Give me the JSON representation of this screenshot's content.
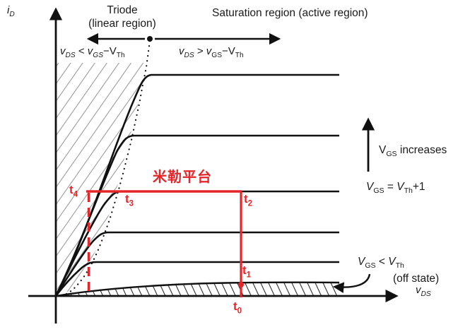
{
  "figure": {
    "y_axis_label": [
      {
        "t": "i",
        "i": 1
      },
      {
        "t": "D",
        "sub": 1,
        "i": 1
      }
    ],
    "x_axis_label": [
      {
        "t": "v",
        "i": 1
      },
      {
        "t": "DS",
        "sub": 1,
        "i": 1
      }
    ],
    "regions": {
      "triode_line1": "Triode",
      "triode_line2": "(linear region)",
      "saturation": "Saturation region (active region)",
      "triode_condition": [
        {
          "t": "v",
          "i": 1
        },
        {
          "t": "DS",
          "sub": 1,
          "i": 1
        },
        {
          "t": " < "
        },
        {
          "t": "v",
          "i": 1
        },
        {
          "t": "GS",
          "sub": 1,
          "i": 1
        },
        {
          "t": "−"
        },
        {
          "t": "V"
        },
        {
          "t": "Th",
          "sub": 1
        }
      ],
      "saturation_condition": [
        {
          "t": "v",
          "i": 1
        },
        {
          "t": "DS",
          "sub": 1,
          "i": 1
        },
        {
          "t": " > "
        },
        {
          "t": "v",
          "i": 1
        },
        {
          "t": "GS",
          "sub": 1
        },
        {
          "t": "−"
        },
        {
          "t": "V"
        },
        {
          "t": "Th",
          "sub": 1
        }
      ]
    },
    "gate_labels": {
      "increases": [
        {
          "t": "V"
        },
        {
          "t": "GS",
          "sub": 1
        },
        {
          "t": " increases"
        }
      ],
      "miller_level": [
        {
          "t": "V",
          "i": 1
        },
        {
          "t": "GS",
          "sub": 1
        },
        {
          "t": " = "
        },
        {
          "t": "V",
          "i": 1
        },
        {
          "t": "Th",
          "sub": 1
        },
        {
          "t": "+1"
        }
      ],
      "off_condition": [
        {
          "t": "V",
          "i": 1
        },
        {
          "t": "GS",
          "sub": 1
        },
        {
          "t": " < "
        },
        {
          "t": "V",
          "i": 1
        },
        {
          "t": "Th",
          "sub": 1
        }
      ],
      "off_state": "(off state)"
    },
    "annotations": {
      "miller_plateau": "米勒平台",
      "t4": [
        {
          "t": "t"
        },
        {
          "t": "4",
          "sub": 1
        }
      ],
      "t3": [
        {
          "t": "t"
        },
        {
          "t": "3",
          "sub": 1
        }
      ],
      "t2": [
        {
          "t": "t"
        },
        {
          "t": "2",
          "sub": 1
        }
      ],
      "t1": [
        {
          "t": "t"
        },
        {
          "t": "1",
          "sub": 1
        }
      ],
      "t0": [
        {
          "t": "t"
        },
        {
          "t": "0",
          "sub": 1
        }
      ]
    },
    "colors": {
      "annotation_red": "#e5252a",
      "curve_black": "#111111",
      "hatch_gray": "#999999"
    }
  }
}
